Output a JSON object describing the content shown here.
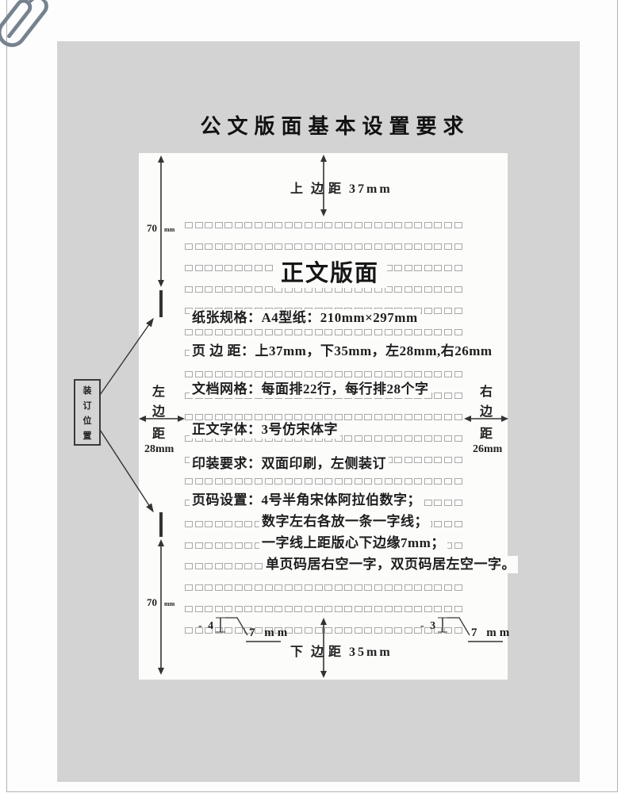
{
  "title": "公文版面基本设置要求",
  "colors": {
    "panel": "#d3d3d4",
    "page": "#fcfcfb",
    "ink": "#1e1e1e",
    "line": "#333333",
    "square_border": "#a9a9a9"
  },
  "page": {
    "heading": "正文版面",
    "spec_lines": [
      "纸张规格：A4型纸：210mm×297mm",
      "页 边 距：上37mm，下35mm，左28mm,右26mm",
      "文档网格：每面排22行，每行排28个字",
      "正文字体：3号仿宋体字",
      "印装要求：双面印刷，左侧装订",
      "页码设置：4号半角宋体阿拉伯数字；",
      "数字左右各放一条一字线；",
      "一字线上距版心下边缘7mm；",
      "单页码居右空一字，双页码居左空一字。"
    ],
    "grid": {
      "rows": 20,
      "cols": 28
    }
  },
  "margins": {
    "top": {
      "part1": "上 边",
      "part2": "距 37mm"
    },
    "bottom": {
      "part1": "下 边",
      "part2": "距 35mm"
    },
    "left": {
      "chars": [
        "左",
        "边",
        "距"
      ],
      "value": "28mm"
    },
    "right": {
      "chars": [
        "右",
        "边",
        "距"
      ],
      "value": "26mm"
    }
  },
  "binding": {
    "chars": [
      "装",
      "订",
      "位",
      "置"
    ]
  },
  "rulers": {
    "top": {
      "value": "70",
      "unit": "mm"
    },
    "bottom": {
      "value": "70",
      "unit": "mm"
    }
  },
  "footer": {
    "left": {
      "page_number": "- 4",
      "measure": "7 mm"
    },
    "right": {
      "page_number": "- 3",
      "measure": "7 mm"
    }
  }
}
